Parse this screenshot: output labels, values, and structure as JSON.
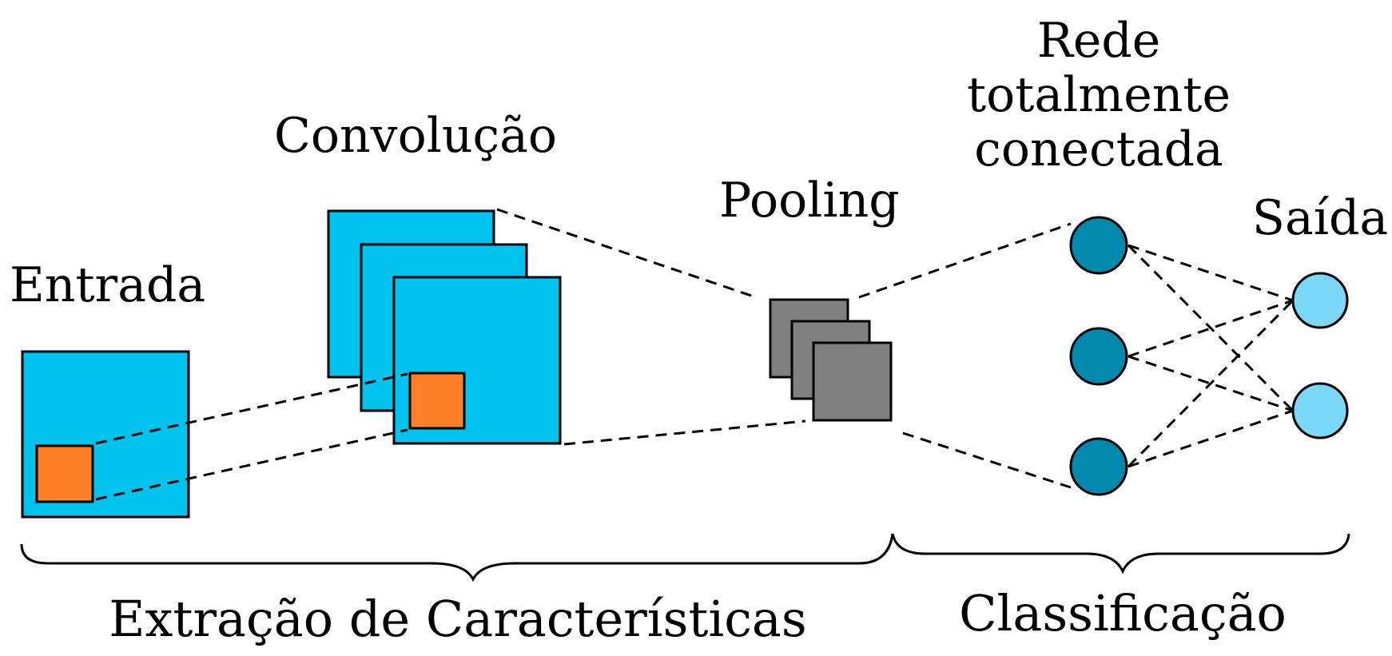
{
  "labels": {
    "entrada": "Entrada",
    "convolucao": "Convolução",
    "pooling": "Pooling",
    "rede_line1": "Rede",
    "rede_line2": "totalmente",
    "rede_line3": "conectada",
    "saida": "Saída",
    "extracao": "Extração de Características",
    "classificacao": "Classificação"
  },
  "colors": {
    "feature_map": "#00c4ee",
    "receptive_field": "#ff7f27",
    "pooling_map": "#7f7f7f",
    "hidden_neuron": "#0088ad",
    "output_neuron": "#7ad7f5",
    "stroke": "#000000"
  },
  "counts": {
    "convolution_maps": 3,
    "pooling_maps": 3,
    "hidden_neurons": 3,
    "output_neurons": 2
  }
}
